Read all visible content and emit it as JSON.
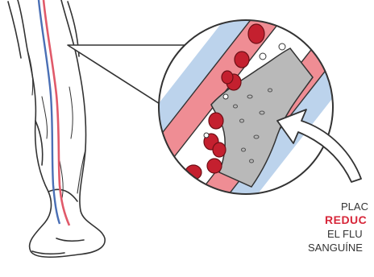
{
  "caption": {
    "line1": "PLAC",
    "line2": "REDUC",
    "line3": "EL FLU",
    "line4": "SANGUÍNE"
  },
  "colors": {
    "artery": "#e05a6a",
    "vein": "#4a6fb5",
    "vessel_wall_blue": "#bcd3ec",
    "vessel_wall_pink": "#ef8d94",
    "blood_cell": "#c4202f",
    "plaque": "#b9b9b9",
    "emphasis": "#d72639"
  }
}
